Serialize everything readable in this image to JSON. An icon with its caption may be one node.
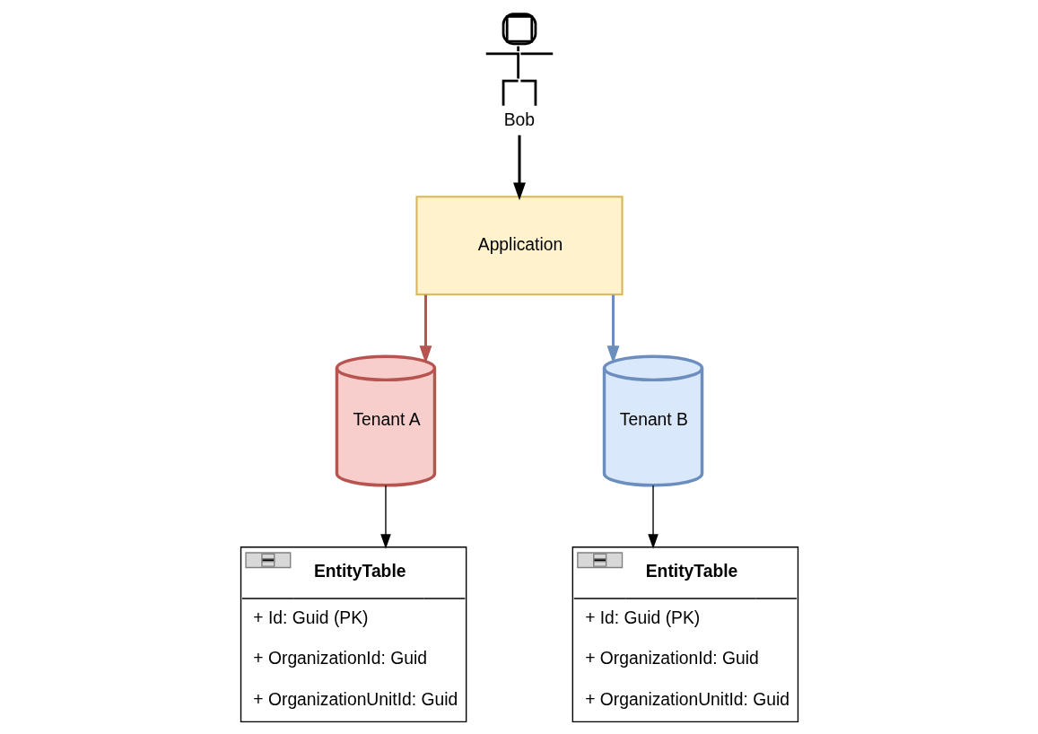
{
  "diagram": {
    "nodes": [
      {
        "text": [
          "Bob"
        ]
      },
      {
        "text": [
          "Application"
        ]
      },
      {
        "text": [
          "Tenant A"
        ]
      },
      {
        "text": [
          "Tenant B"
        ]
      },
      {
        "text": [
          "EntityTable",
          "+ Id: Guid (PK)",
          "+ OrganizationId: Guid",
          "+ OrganizationUnitId: Guid"
        ]
      },
      {
        "text": [
          "EntityTable",
          "+ Id: Guid (PK)",
          "+ OrganizationId: Guid",
          "+ OrganizationUnitId: Guid"
        ]
      }
    ],
    "edges": [
      {
        "from": 0,
        "to": 1,
        "arrow": "to"
      },
      {
        "from": 1,
        "to": 2,
        "arrow": "to",
        "color": "#b85450"
      },
      {
        "from": 1,
        "to": 3,
        "arrow": "to",
        "color": "#6c8ebf"
      },
      {
        "from": 2,
        "to": 4,
        "arrow": "to"
      },
      {
        "from": 3,
        "to": 5,
        "arrow": "to"
      }
    ]
  }
}
